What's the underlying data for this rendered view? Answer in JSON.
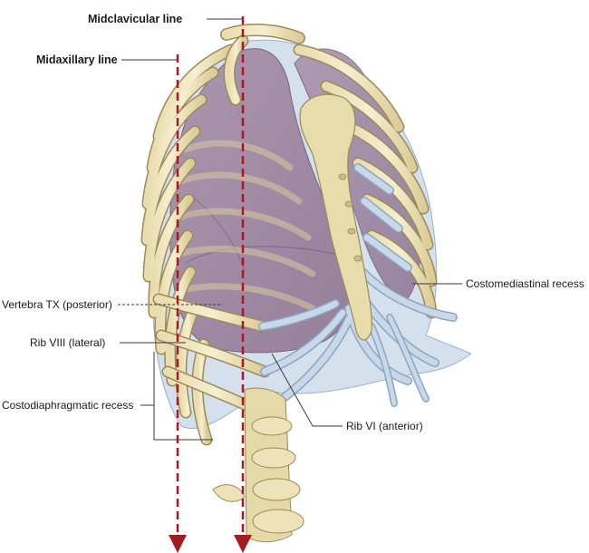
{
  "labels": {
    "midclavicular": "Midclavicular line",
    "midaxillary": "Midaxillary line",
    "costomediastinal": "Costomediastinal recess",
    "vertebra_tx": "Vertebra TX (posterior)",
    "rib_viii": "Rib VIII (lateral)",
    "costodiaphragmatic": "Costodiaphragmatic recess",
    "rib_vi": "Rib VI (anterior)"
  },
  "colors": {
    "reference_line": "#a31c22",
    "bone": "#ede2b8",
    "bone_outline": "#9b8a5a",
    "lung": "#a48aa5",
    "pleura": "#c7d6e6",
    "leader": "#3a3a3a"
  }
}
